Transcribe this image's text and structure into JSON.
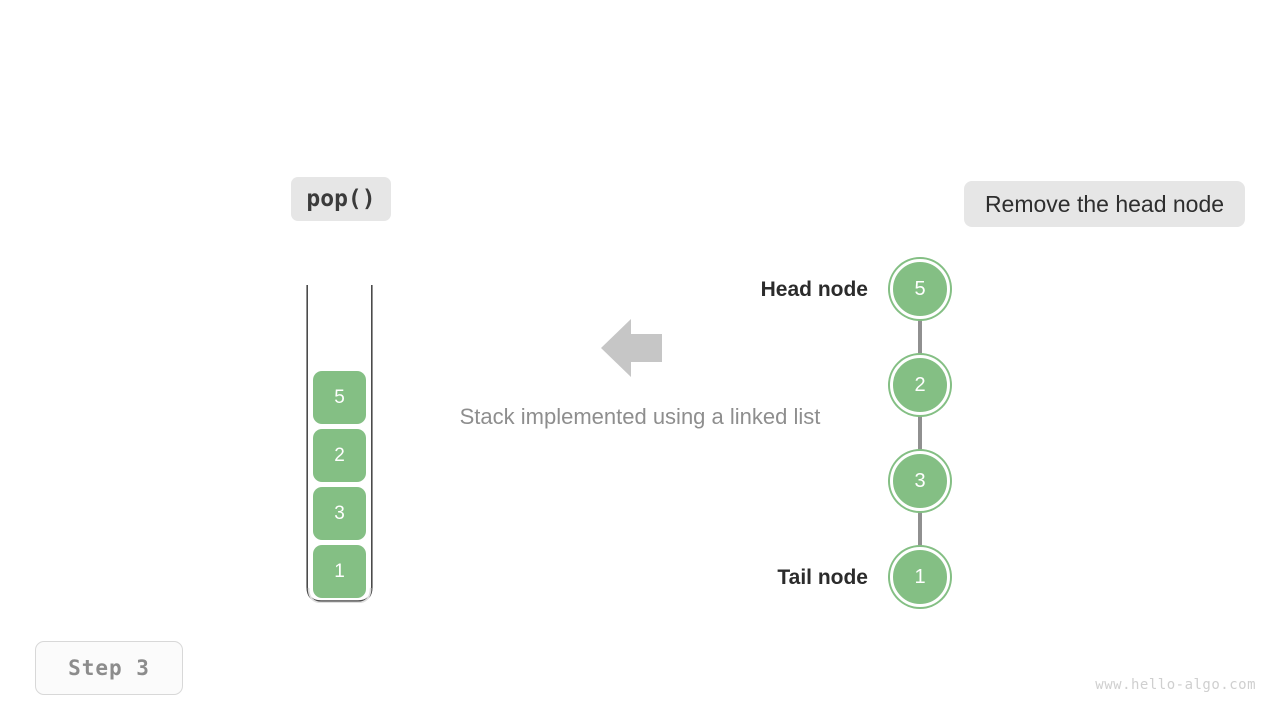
{
  "scene": {
    "operation_label": "pop()",
    "action_label": "Remove the head node",
    "caption": "Stack implemented using a linked list",
    "step_label": "Step 3",
    "watermark": "www.hello-algo.com",
    "colors": {
      "node_green": "#84bf84",
      "pill_gray": "#e6e6e6",
      "arrow_gray": "#c6c6c6",
      "caption_gray": "#8e8e8e",
      "label_dark": "#2b2b2b",
      "step_gray": "#8c8c8c",
      "watermark_gray": "#cfcfcf"
    }
  },
  "stack": {
    "name": "stack-container",
    "cells": [
      {
        "value": "5"
      },
      {
        "value": "2"
      },
      {
        "value": "3"
      },
      {
        "value": "1"
      }
    ]
  },
  "linked_list": {
    "head_label": "Head node",
    "tail_label": "Tail node",
    "nodes": [
      {
        "value": "5",
        "role": "head"
      },
      {
        "value": "2",
        "role": "middle"
      },
      {
        "value": "3",
        "role": "middle"
      },
      {
        "value": "1",
        "role": "tail"
      }
    ]
  },
  "icons": {
    "transform_arrow": "arrow-left-icon",
    "link_arrow": "arrow-down-icon"
  }
}
